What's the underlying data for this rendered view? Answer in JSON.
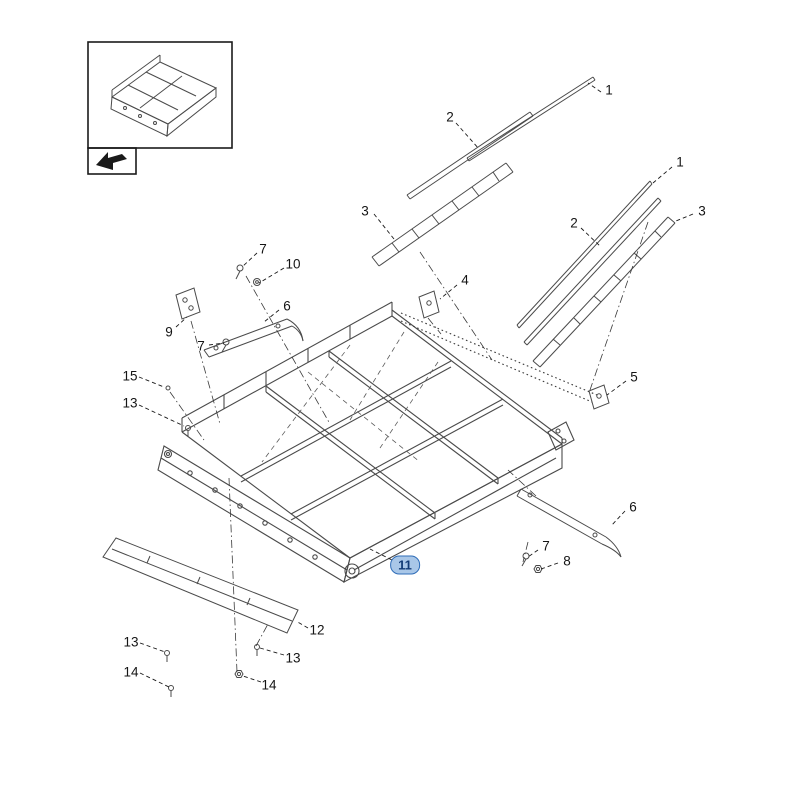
{
  "diagram": {
    "type": "exploded-parts-diagram",
    "inset_label": "assembly-overview-thumbnail",
    "icons": {
      "view_direction": "view-direction-arrow"
    },
    "selected_callout": "11",
    "colors": {
      "line": "#4a4a4a",
      "leader": "#1a1a1a",
      "highlight_fill": "#a9c7e8",
      "highlight_border": "#2f6db8",
      "highlight_text": "#123c77"
    }
  },
  "callouts": [
    {
      "label": "1",
      "highlighted": false
    },
    {
      "label": "2",
      "highlighted": false
    },
    {
      "label": "3",
      "highlighted": false
    },
    {
      "label": "1",
      "highlighted": false
    },
    {
      "label": "2",
      "highlighted": false
    },
    {
      "label": "3",
      "highlighted": false
    },
    {
      "label": "7",
      "highlighted": false
    },
    {
      "label": "10",
      "highlighted": false
    },
    {
      "label": "6",
      "highlighted": false
    },
    {
      "label": "9",
      "highlighted": false
    },
    {
      "label": "7",
      "highlighted": false
    },
    {
      "label": "4",
      "highlighted": false
    },
    {
      "label": "5",
      "highlighted": false
    },
    {
      "label": "15",
      "highlighted": false
    },
    {
      "label": "13",
      "highlighted": false
    },
    {
      "label": "6",
      "highlighted": false
    },
    {
      "label": "7",
      "highlighted": false
    },
    {
      "label": "8",
      "highlighted": false
    },
    {
      "label": "11",
      "highlighted": true
    },
    {
      "label": "12",
      "highlighted": false
    },
    {
      "label": "13",
      "highlighted": false
    },
    {
      "label": "13",
      "highlighted": false
    },
    {
      "label": "14",
      "highlighted": false
    },
    {
      "label": "14",
      "highlighted": false
    }
  ]
}
